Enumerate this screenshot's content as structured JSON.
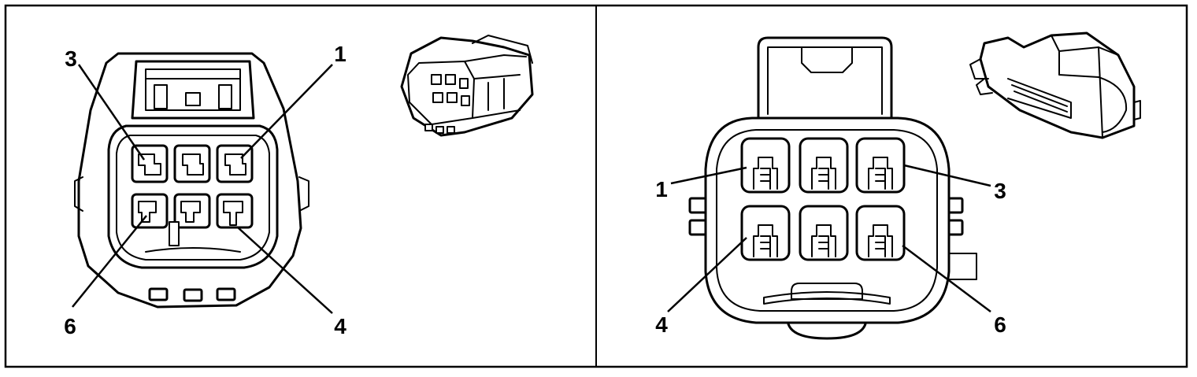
{
  "panels": [
    {
      "id": "left",
      "callouts": [
        {
          "label": "3"
        },
        {
          "label": "1"
        },
        {
          "label": "6"
        },
        {
          "label": "4"
        }
      ]
    },
    {
      "id": "right",
      "callouts": [
        {
          "label": "1"
        },
        {
          "label": "3"
        },
        {
          "label": "4"
        },
        {
          "label": "6"
        }
      ]
    }
  ]
}
